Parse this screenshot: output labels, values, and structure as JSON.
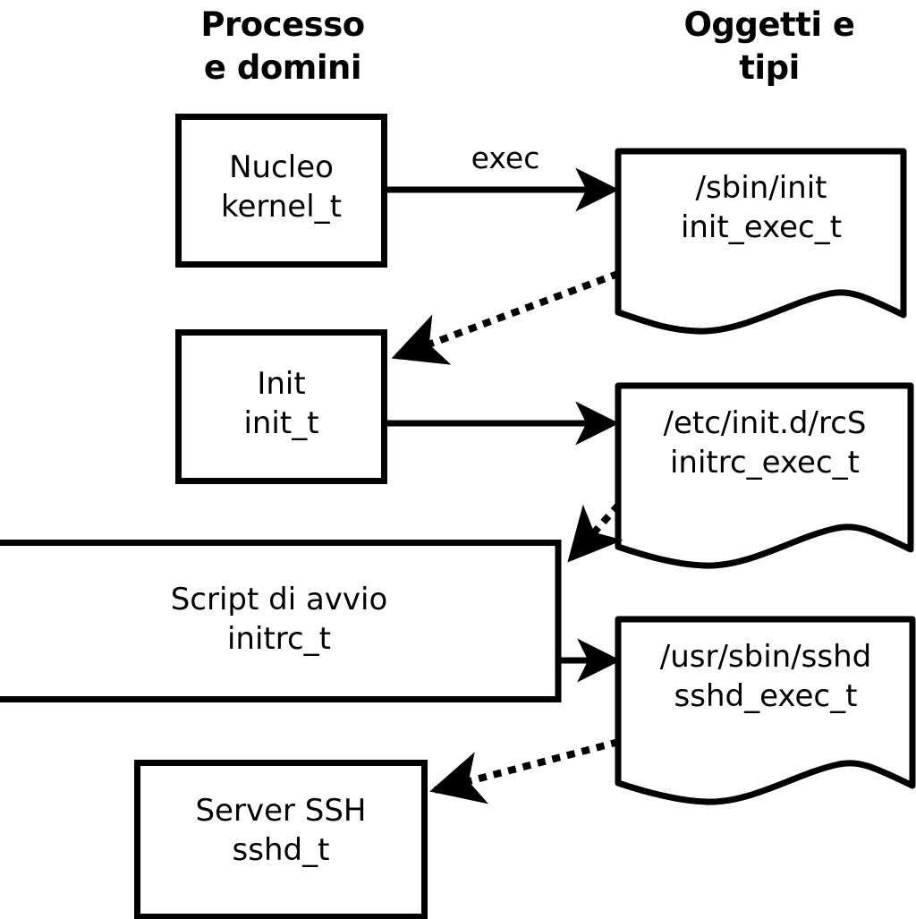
{
  "diagram": {
    "title": "SELinux process domains and object types transition diagram",
    "background_color": "#ffffff",
    "stroke_color": "#000000",
    "columns": [
      {
        "id": "processes",
        "label": "Processo\ne domini"
      },
      {
        "id": "objects",
        "label": "Oggetti e\ntipi"
      }
    ],
    "process_nodes": [
      {
        "id": "kernel",
        "label": "Nucleo\nkernel_t",
        "shape": "rectangle"
      },
      {
        "id": "init",
        "label": "Init\ninit_t",
        "shape": "rectangle"
      },
      {
        "id": "initrc",
        "label": "Script di avvio\ninitrc_t",
        "shape": "rectangle"
      },
      {
        "id": "sshd",
        "label": "Server SSH\nsshd_t",
        "shape": "rectangle"
      }
    ],
    "object_nodes": [
      {
        "id": "init_exec",
        "label": "/sbin/init\ninit_exec_t",
        "shape": "document"
      },
      {
        "id": "initrc_exec",
        "label": "/etc/init.d/rcS\ninitrc_exec_t",
        "shape": "document"
      },
      {
        "id": "sshd_exec",
        "label": "/usr/sbin/sshd\nsshd_exec_t",
        "shape": "document"
      }
    ],
    "edges": [
      {
        "id": "kernel-exec-init_exec",
        "from": "kernel",
        "to": "init_exec",
        "style": "solid",
        "label": "exec"
      },
      {
        "id": "init_exec-to-init",
        "from": "init_exec",
        "to": "init",
        "style": "dotted",
        "label": ""
      },
      {
        "id": "init-to-initrc_exec",
        "from": "init",
        "to": "initrc_exec",
        "style": "solid",
        "label": ""
      },
      {
        "id": "initrc_exec-to-initrc",
        "from": "initrc_exec",
        "to": "initrc",
        "style": "dotted",
        "label": ""
      },
      {
        "id": "initrc-to-sshd_exec",
        "from": "initrc",
        "to": "sshd_exec",
        "style": "solid",
        "label": ""
      },
      {
        "id": "sshd_exec-to-sshd",
        "from": "sshd_exec",
        "to": "sshd",
        "style": "dotted",
        "label": ""
      }
    ]
  }
}
